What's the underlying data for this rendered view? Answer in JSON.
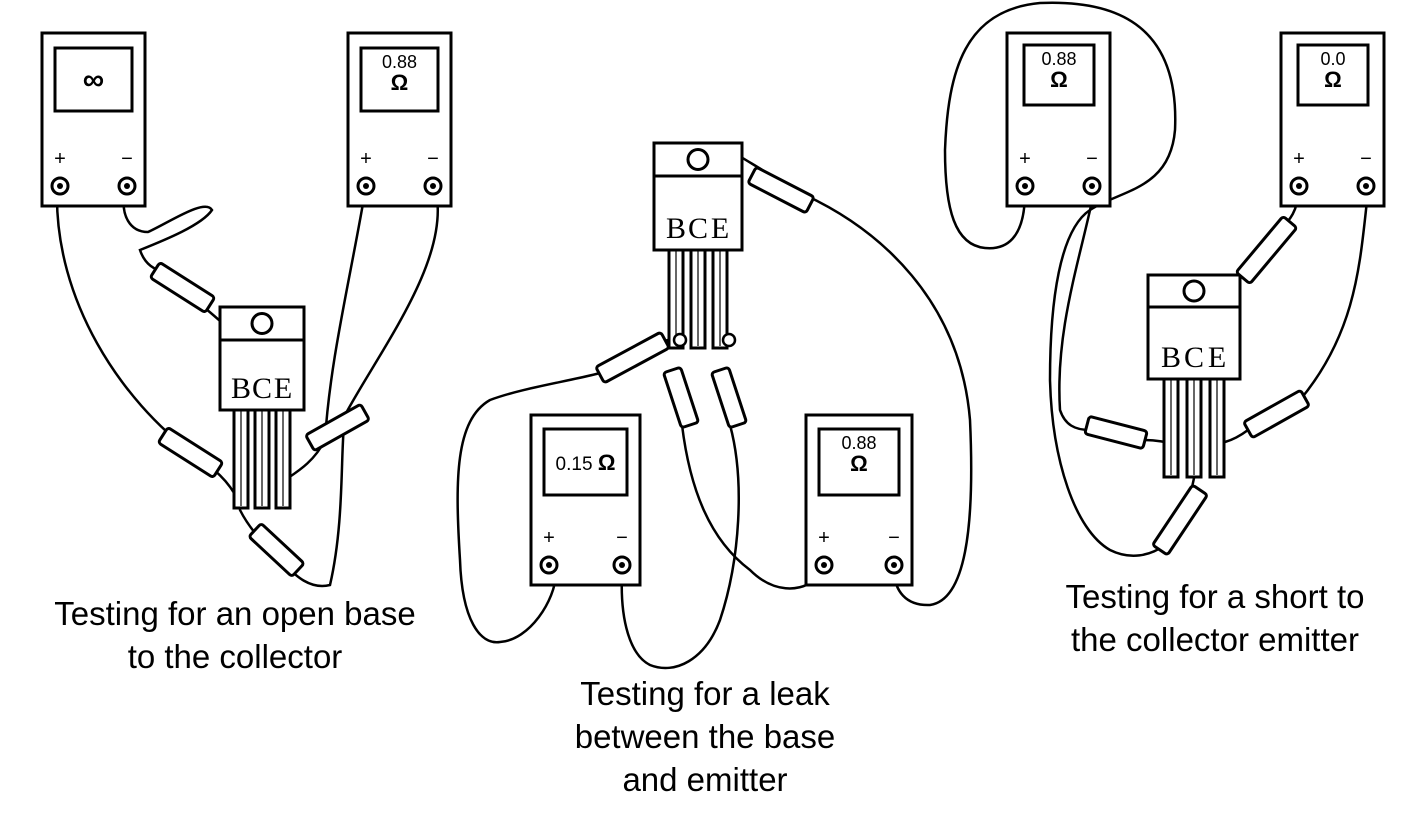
{
  "panels": [
    {
      "meter_left": {
        "reading": "∞",
        "plus": "+",
        "minus": "−"
      },
      "meter_right": {
        "reading": "0.88",
        "unit": "Ω",
        "plus": "+",
        "minus": "−"
      },
      "leads": [
        "B",
        "C",
        "E"
      ],
      "caption": [
        "Testing for an open base",
        "to the collector"
      ]
    },
    {
      "meter_left": {
        "reading": "0.15",
        "unit": "Ω",
        "plus": "+",
        "minus": "−"
      },
      "meter_right": {
        "reading": "0.88",
        "unit": "Ω",
        "plus": "+",
        "minus": "−"
      },
      "leads": [
        "B",
        "C",
        "E"
      ],
      "caption": [
        "Testing for a leak",
        "between the base",
        "and emitter"
      ]
    },
    {
      "meter_left": {
        "reading": "0.88",
        "unit": "Ω",
        "plus": "+",
        "minus": "−"
      },
      "meter_right": {
        "reading": "0.0",
        "unit": "Ω",
        "plus": "+",
        "minus": "−"
      },
      "leads": [
        "B",
        "C",
        "E"
      ],
      "caption": [
        "Testing for a short to",
        "the collector emitter"
      ]
    }
  ]
}
